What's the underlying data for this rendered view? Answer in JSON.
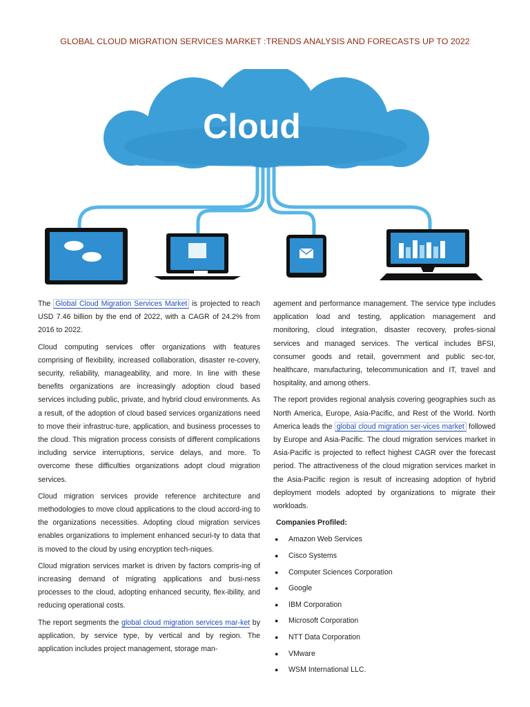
{
  "document": {
    "title": "GLOBAL CLOUD MIGRATION SERVICES MARKET :TRENDS ANALYSIS AND FORECASTS UP TO 2022",
    "illustration": {
      "cloud_text": "Cloud",
      "colors": {
        "cloud": "#3d9fd8",
        "cloud_dark": "#2a86c2",
        "connector": "#56b6e6",
        "device": "#111111",
        "screen": "#2f8fd0"
      }
    },
    "left_column": {
      "p1": {
        "pre": "The ",
        "link": "Global Cloud Migration Services Market",
        "post": " is projected to reach USD 7.46 billion by the end of 2022, with a CAGR of 24.2% from 2016 to 2022."
      },
      "p2": "Cloud computing services offer organizations with features comprising of flexibility, increased collaboration, disaster re-covery, security, reliability, manageability, and more. In line with these benefits organizations are increasingly adoption cloud based services including public, private, and hybrid cloud environments. As a result, of the adoption of cloud based services organizations need to move their infrastruc-ture, application, and business processes to the cloud. This migration process consists of different complications including service interruptions, service delays, and more. To overcome these difficulties organizations adopt cloud migration services.",
      "p3": "Cloud migration services provide reference architecture and methodologies to move cloud applications to the cloud accord-ing to the organizations necessities. Adopting cloud migration services enables organizations to implement enhanced securi-ty to data that is moved to the cloud by using encryption tech-niques.",
      "p4": "Cloud migration services market is driven by factors compris-ing of increasing demand of migrating applications and busi-ness processes to the cloud, adopting enhanced security, flex-ibility, and reducing operational costs.",
      "p5": {
        "pre": "The report segments the ",
        "link": "global cloud migration services mar-ket",
        "post": " by application, by service type, by vertical and by region. The application includes project management, storage man-"
      }
    },
    "right_column": {
      "p1": "agement and performance management. The service type includes application load and testing, application management and monitoring, cloud integration, disaster recovery, profes-sional services and managed services. The vertical includes BFSI, consumer goods and retail, government and public sec-tor, healthcare, manufacturing, telecommunication and IT, travel and hospitality, and among others.",
      "p2": {
        "pre": "The report provides regional analysis covering geographies such as North America, Europe, Asia-Pacific, and Rest of the World. North America leads the ",
        "link": "global cloud migration ser-vices market",
        "post": " followed by Europe and Asia-Pacific. The cloud migration services market in Asia-Pacific is projected to reflect highest CAGR over the forecast period. The attractiveness of the cloud migration services market in the Asia-Pacific region is result of increasing adoption of hybrid deployment models adopted by organizations to migrate their workloads."
      },
      "companies_title": "Companies Profiled:",
      "bullet": "●",
      "companies": [
        "Amazon Web Services",
        "Cisco Systems",
        "Computer Sciences Corporation",
        "Google",
        "IBM Corporation",
        "Microsoft Corporation",
        "NTT Data Corporation",
        "VMware",
        "WSM International LLC."
      ]
    }
  }
}
